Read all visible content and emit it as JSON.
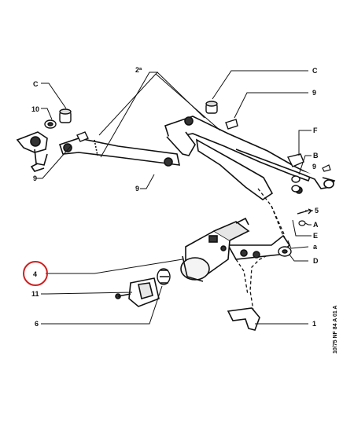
{
  "diagram": {
    "labels": {
      "l_2a": "2ª",
      "l_c_left": "C",
      "l_10": "10",
      "l_9_left": "9",
      "l_9_mid": "9",
      "l_c_right": "C",
      "l_9_right": "9",
      "l_f": "F",
      "l_b": "B",
      "l_9_small": "9",
      "l_5": "5",
      "l_a": "A",
      "l_e": "E",
      "l_a_lower": "a",
      "l_d": "D",
      "l_4": "4",
      "l_11": "11",
      "l_6": "6",
      "l_1": "1"
    },
    "reference_code": "10/75 NF 84 A 01 A",
    "highlight_color": "#cc2222",
    "line_color": "#111111"
  }
}
